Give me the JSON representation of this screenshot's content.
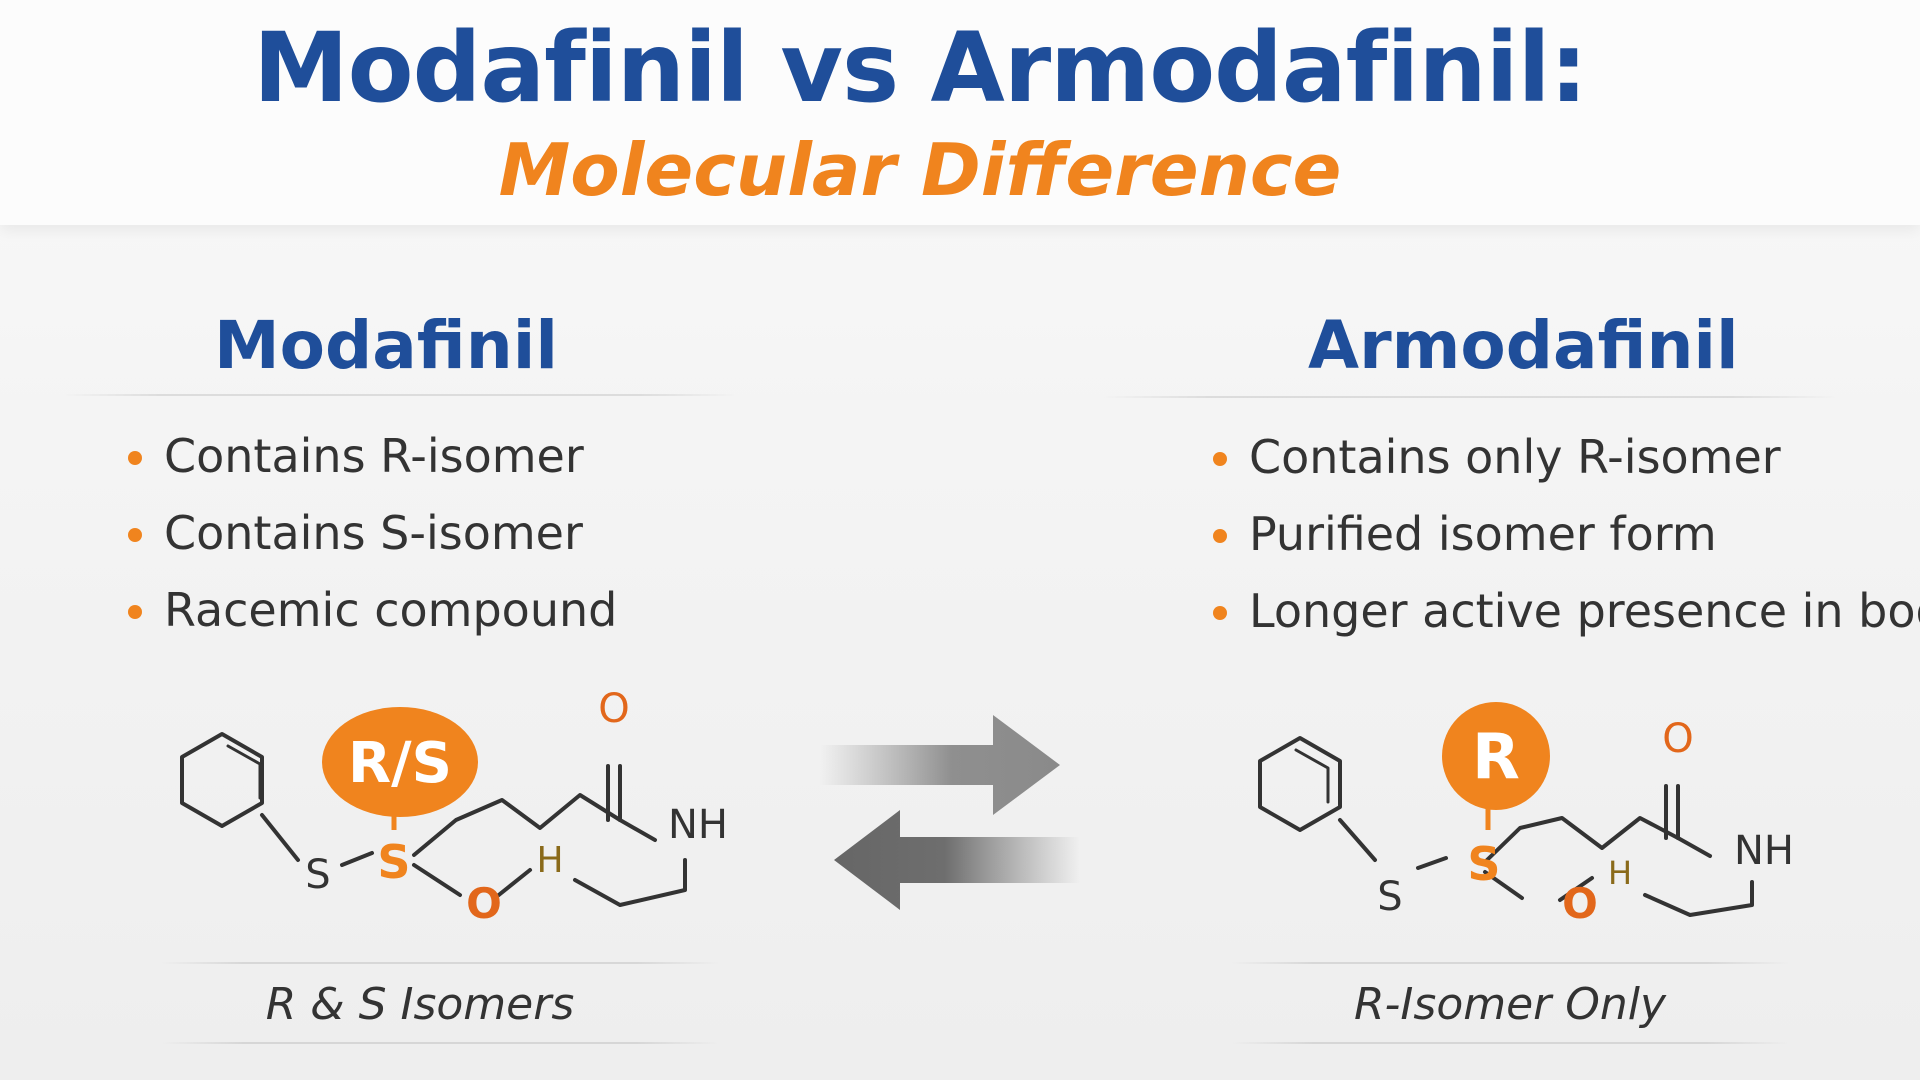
{
  "header": {
    "title": "Modafinil vs Armodafinil:",
    "subtitle": "Molecular Difference"
  },
  "left": {
    "title": "Modafinil",
    "bullets": [
      "Contains R-isomer",
      "Contains S-isomer",
      "Racemic compound"
    ],
    "badge": "R/S",
    "atoms": {
      "o_top": "O",
      "nh": "NH",
      "s_left": "S",
      "s_center": "S",
      "o_bottom": "O",
      "h": "H"
    },
    "caption": "R & S Isomers"
  },
  "right": {
    "title": "Armodafinil",
    "bullets": [
      "Contains only R-isomer",
      "Purified isomer form",
      "Longer active presence in body"
    ],
    "badge": "R",
    "atoms": {
      "o_top": "O",
      "nh": "NH",
      "s_left": "S",
      "s_center": "S",
      "o_bottom": "O",
      "h": "H"
    },
    "caption": "R-Isomer Only"
  },
  "colors": {
    "title_blue": "#1f4e9a",
    "accent_orange": "#f0841e",
    "bond_gray": "#333333",
    "arrow_gray": "#8a8a8a"
  },
  "icons": {
    "forward_arrow": "arrow-right-icon",
    "backward_arrow": "arrow-left-icon"
  }
}
